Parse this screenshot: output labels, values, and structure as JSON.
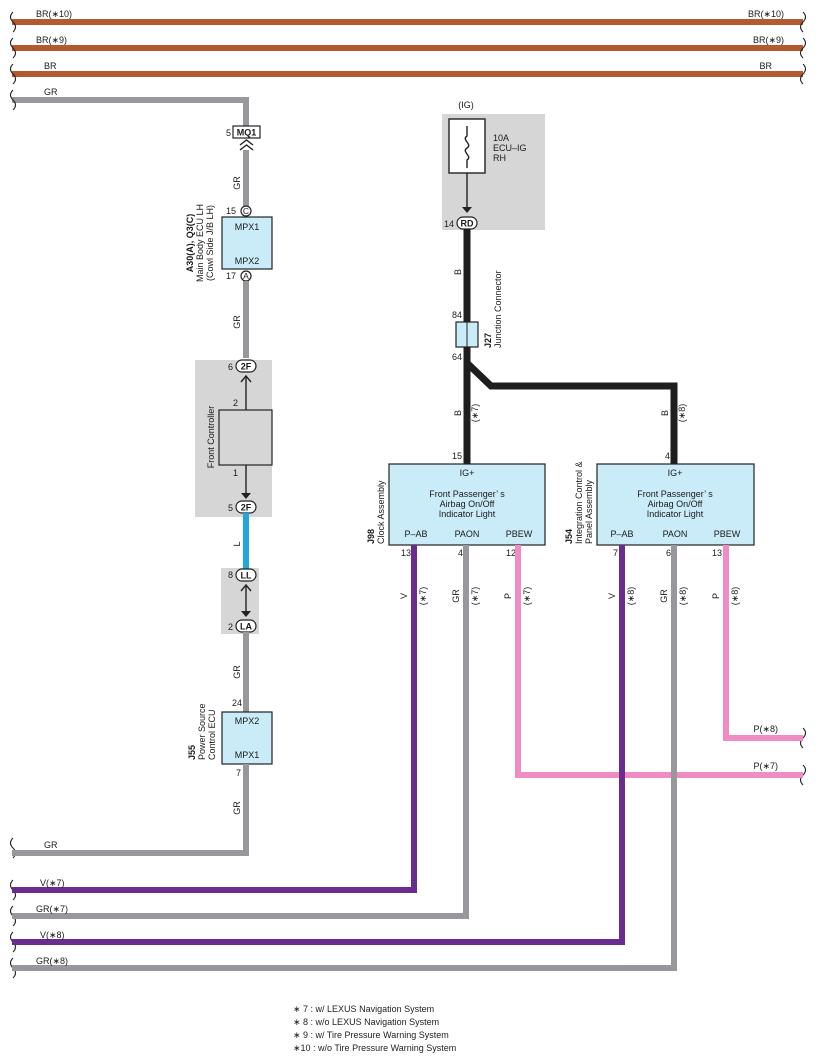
{
  "colors": {
    "BR": "#b35a32",
    "GR": "#98989c",
    "B": "#1e1e1e",
    "V": "#6a2c91",
    "P": "#f08cc3",
    "L": "#21a7e0",
    "connector_fill": "#c9ecf8",
    "junction_block_fill": "#d6d6d6"
  },
  "top_wires": [
    {
      "left": "BR(∗10)",
      "right": "BR(∗10)"
    },
    {
      "left": "BR(∗9)",
      "right": "BR(∗9)"
    },
    {
      "left": "BR",
      "right": "BR"
    },
    {
      "left": "GR"
    }
  ],
  "connectors": {
    "mq1": {
      "pin": "5",
      "name": "MQ1",
      "wire": "GR"
    },
    "a30": {
      "title": "A30(A), Q3(C)",
      "desc1": "Main Body ECU LH",
      "desc2": "(Cowl Side J/B LH)",
      "top_pin": "15",
      "top_code": "C",
      "top_label": "MPX1",
      "bottom_pin": "17",
      "bottom_code": "A",
      "bottom_label": "MPX2",
      "wire_below": "GR"
    },
    "front_controller": {
      "label": "Front Controller",
      "top_pin": "6",
      "top_code": "2F",
      "top_inner": "2",
      "bottom_pin": "5",
      "bottom_code": "2F",
      "bottom_inner": "1",
      "wire_below": "L"
    },
    "ll_la": {
      "pin_top": "8",
      "code_top": "LL",
      "pin_bottom": "2",
      "code_bottom": "LA",
      "wire_below": "GR"
    },
    "j55": {
      "title": "J55",
      "desc1": "Power Source",
      "desc2": "Control ECU",
      "top_pin": "24",
      "top_label": "MPX2",
      "bottom_pin": "7",
      "bottom_label": "MPX1",
      "wire_below": "GR"
    },
    "fuse": {
      "ig": "(IG)",
      "rating": "10A",
      "name1": "ECU–IG",
      "name2": "RH",
      "pin": "14",
      "code": "RD",
      "wire_below": "B"
    },
    "j27": {
      "title": "J27",
      "desc": "Junction Connector",
      "pin_top": "84",
      "pin_bottom": "64"
    },
    "j98": {
      "title": "J98",
      "desc": "Clock Assembly",
      "in_pin": "15",
      "in_wire": "B",
      "in_note": "(∗7)",
      "ig": "IG+",
      "text1": "Front Passenger’ s",
      "text2": "Airbag On/Off",
      "text3": "Indicator Light",
      "pins": [
        {
          "name": "P–AB",
          "num": "13",
          "wire": "V",
          "note": "(∗7)"
        },
        {
          "name": "PAON",
          "num": "4",
          "wire": "GR",
          "note": "(∗7)"
        },
        {
          "name": "PBEW",
          "num": "12",
          "wire": "P",
          "note": "(∗7)"
        }
      ]
    },
    "j54": {
      "title": "J54",
      "desc1": "Integration Control &",
      "desc2": "Panel Assembly",
      "in_pin": "4",
      "in_wire": "B",
      "in_note": "(∗8)",
      "ig": "IG+",
      "text1": "Front Passenger’ s",
      "text2": "Airbag On/Off",
      "text3": "Indicator Light",
      "pins": [
        {
          "name": "P–AB",
          "num": "7",
          "wire": "V",
          "note": "(∗8)"
        },
        {
          "name": "PAON",
          "num": "6",
          "wire": "GR",
          "note": "(∗8)"
        },
        {
          "name": "PBEW",
          "num": "13",
          "wire": "P",
          "note": "(∗8)"
        }
      ]
    }
  },
  "bottom_wires": {
    "p8": "P(∗8)",
    "p7": "P(∗7)",
    "gr": "GR",
    "v7": "V(∗7)",
    "gr7": "GR(∗7)",
    "v8": "V(∗8)",
    "gr8": "GR(∗8)"
  },
  "legend": [
    "∗ 7 : w/ LEXUS Navigation System",
    "∗ 8 : w/o LEXUS Navigation System",
    "∗ 9 : w/ Tire Pressure Warning System",
    "∗10 : w/o Tire Pressure Warning System"
  ]
}
